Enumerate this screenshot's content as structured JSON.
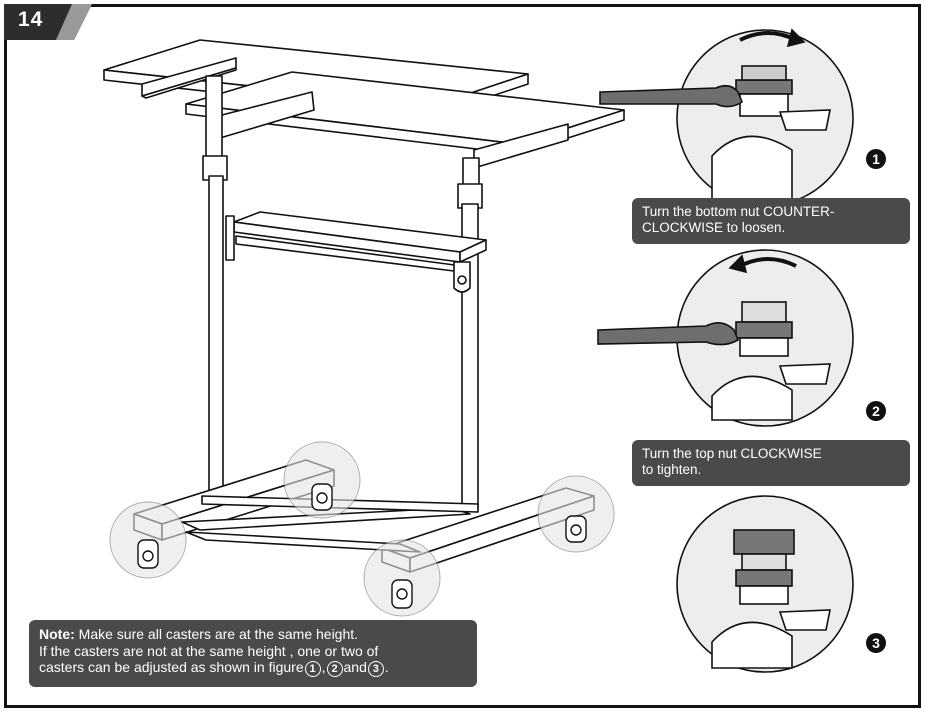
{
  "step": {
    "number": "14"
  },
  "captions": {
    "nut_bottom_line1": "Turn the bottom nut COUNTER-",
    "nut_bottom_line2": "CLOCKWISE to loosen.",
    "nut_top_line1": "Turn the top nut CLOCKWISE",
    "nut_top_line2": "to tighten."
  },
  "badges": {
    "one": "1",
    "two": "2",
    "three": "3"
  },
  "note": {
    "label": "Note:",
    "line1": " Make sure all casters are at the same height.",
    "line2": "If the casters are not at the same height , one or two of",
    "line3": "casters can be adjusted as shown in figure",
    "ref1": "1",
    "sep1": ",",
    "ref2": "2",
    "and": "and",
    "ref3": "3",
    "end": "."
  },
  "colors": {
    "frame": "#111111",
    "caption_bg": "#4a4a4a",
    "wrench": "#6e6e6e",
    "tab": "#2d2d2d"
  }
}
